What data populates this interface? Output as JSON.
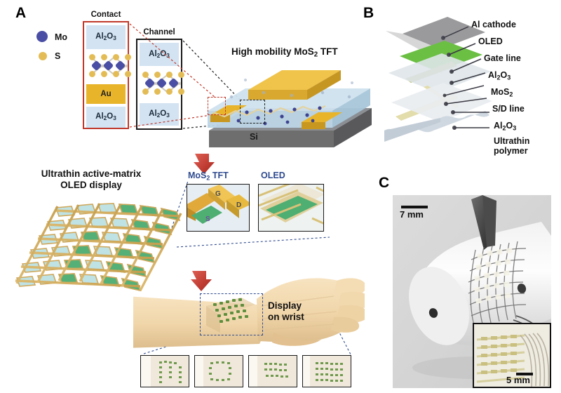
{
  "figure": {
    "panels": [
      {
        "id": "A",
        "letter": "A"
      },
      {
        "id": "B",
        "letter": "B"
      },
      {
        "id": "C",
        "letter": "C"
      }
    ]
  },
  "panel_a": {
    "legend": [
      {
        "name": "Mo",
        "label": "Mo",
        "color": "#4a4fa5"
      },
      {
        "name": "S",
        "label": "S",
        "color": "#e3bc55"
      }
    ],
    "contact_stack": {
      "title": "Contact",
      "border_color": "#c0392b",
      "layers": [
        "Al2O3",
        "MoS2-lattice",
        "Au",
        "Al2O3"
      ],
      "layer_labels": {
        "top_oxide": "Al",
        "top_oxide_sub": "2",
        "mid": "Au",
        "bottom_oxide": "Al"
      }
    },
    "channel_stack": {
      "title": "Channel",
      "border_color": "#1a1a1a",
      "layers": [
        "Al2O3",
        "MoS2-lattice",
        "Al2O3"
      ]
    },
    "device_title": "High mobility MoS",
    "device_title_sub": "2",
    "device_title_tail": " TFT",
    "substrate_label": "Si",
    "display_title_line1": "Ultrathin active-matrix",
    "display_title_line2": "OLED display",
    "insets": [
      {
        "caption": "MoS",
        "caption_sub": "2",
        "caption_tail": " TFT",
        "electrodes": [
          "G",
          "S",
          "D"
        ]
      },
      {
        "caption": "OLED",
        "caption_sub": "",
        "caption_tail": "",
        "electrodes": []
      }
    ],
    "wrist_label_line1": "Display",
    "wrist_label_line2": "on wrist",
    "wrist_thumbnails": [
      {
        "name": "thumb-pattern-1"
      },
      {
        "name": "thumb-pattern-2"
      },
      {
        "name": "thumb-pattern-3"
      },
      {
        "name": "thumb-pattern-4"
      }
    ]
  },
  "panel_b": {
    "layer_labels": [
      "Al cathode",
      "OLED",
      "Gate line",
      "Al2O3",
      "MoS2",
      "S/D line",
      "Al2O3",
      "Ultrathin polymer"
    ],
    "layer_labels_rich": [
      {
        "text": "Al cathode",
        "sub": ""
      },
      {
        "text": "OLED",
        "sub": ""
      },
      {
        "text": "Gate line",
        "sub": ""
      },
      {
        "text": "Al",
        "sub": "2",
        "mid": "O",
        "sub2": "3"
      },
      {
        "text": "MoS",
        "sub": "2",
        "mid": "",
        "sub2": ""
      },
      {
        "text": "S/D line",
        "sub": ""
      },
      {
        "text": "Al",
        "sub": "2",
        "mid": "O",
        "sub2": "3"
      },
      {
        "text": "Ultrathin",
        "sub": "",
        "line2": "polymer"
      }
    ]
  },
  "panel_c": {
    "scale_main": "7 mm",
    "scale_inset": "5 mm"
  },
  "colors": {
    "mo": "#4a4fa5",
    "s": "#e3bc55",
    "gold": "#e8b42a",
    "oxide": "#d3e3f2",
    "oled_green": "#5cb544",
    "accent_red": "#c0392b",
    "accent_blue": "#2f4b8f",
    "silicon": "#6e6e6e"
  }
}
